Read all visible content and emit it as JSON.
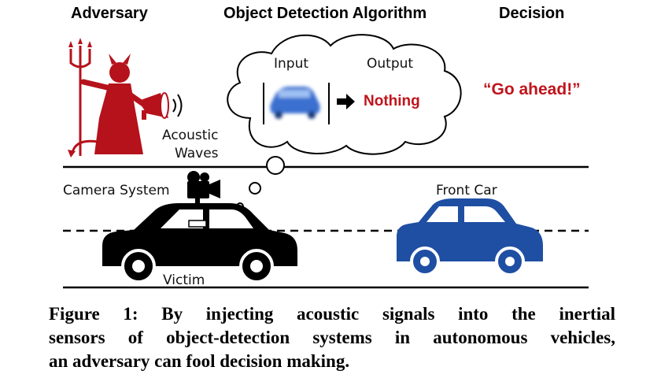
{
  "headers": {
    "adversary": "Adversary",
    "algorithm": "Object Detection Algorithm",
    "decision": "Decision"
  },
  "bubble": {
    "input": "Input",
    "output": "Output",
    "result": "Nothing"
  },
  "decision_quote": "“Go ahead!”",
  "labels": {
    "acoustic_line1": "Acoustic",
    "acoustic_line2": "Waves",
    "camera_system": "Camera System",
    "front_car": "Front Car",
    "victim": "Victim"
  },
  "caption": {
    "line1": "Figure 1: By injecting acoustic signals into the inertial",
    "line2": "sensors of object-detection systems in autonomous vehicles,",
    "line3": "an adversary can fool decision making."
  },
  "colors": {
    "accent_red": "#c0141c",
    "car_blue": "#1f4fa3",
    "victim_black": "#000000"
  },
  "icons": [
    "devil-icon",
    "megaphone-icon",
    "camera-icon",
    "arrow-right-icon",
    "blurred-car-icon"
  ]
}
